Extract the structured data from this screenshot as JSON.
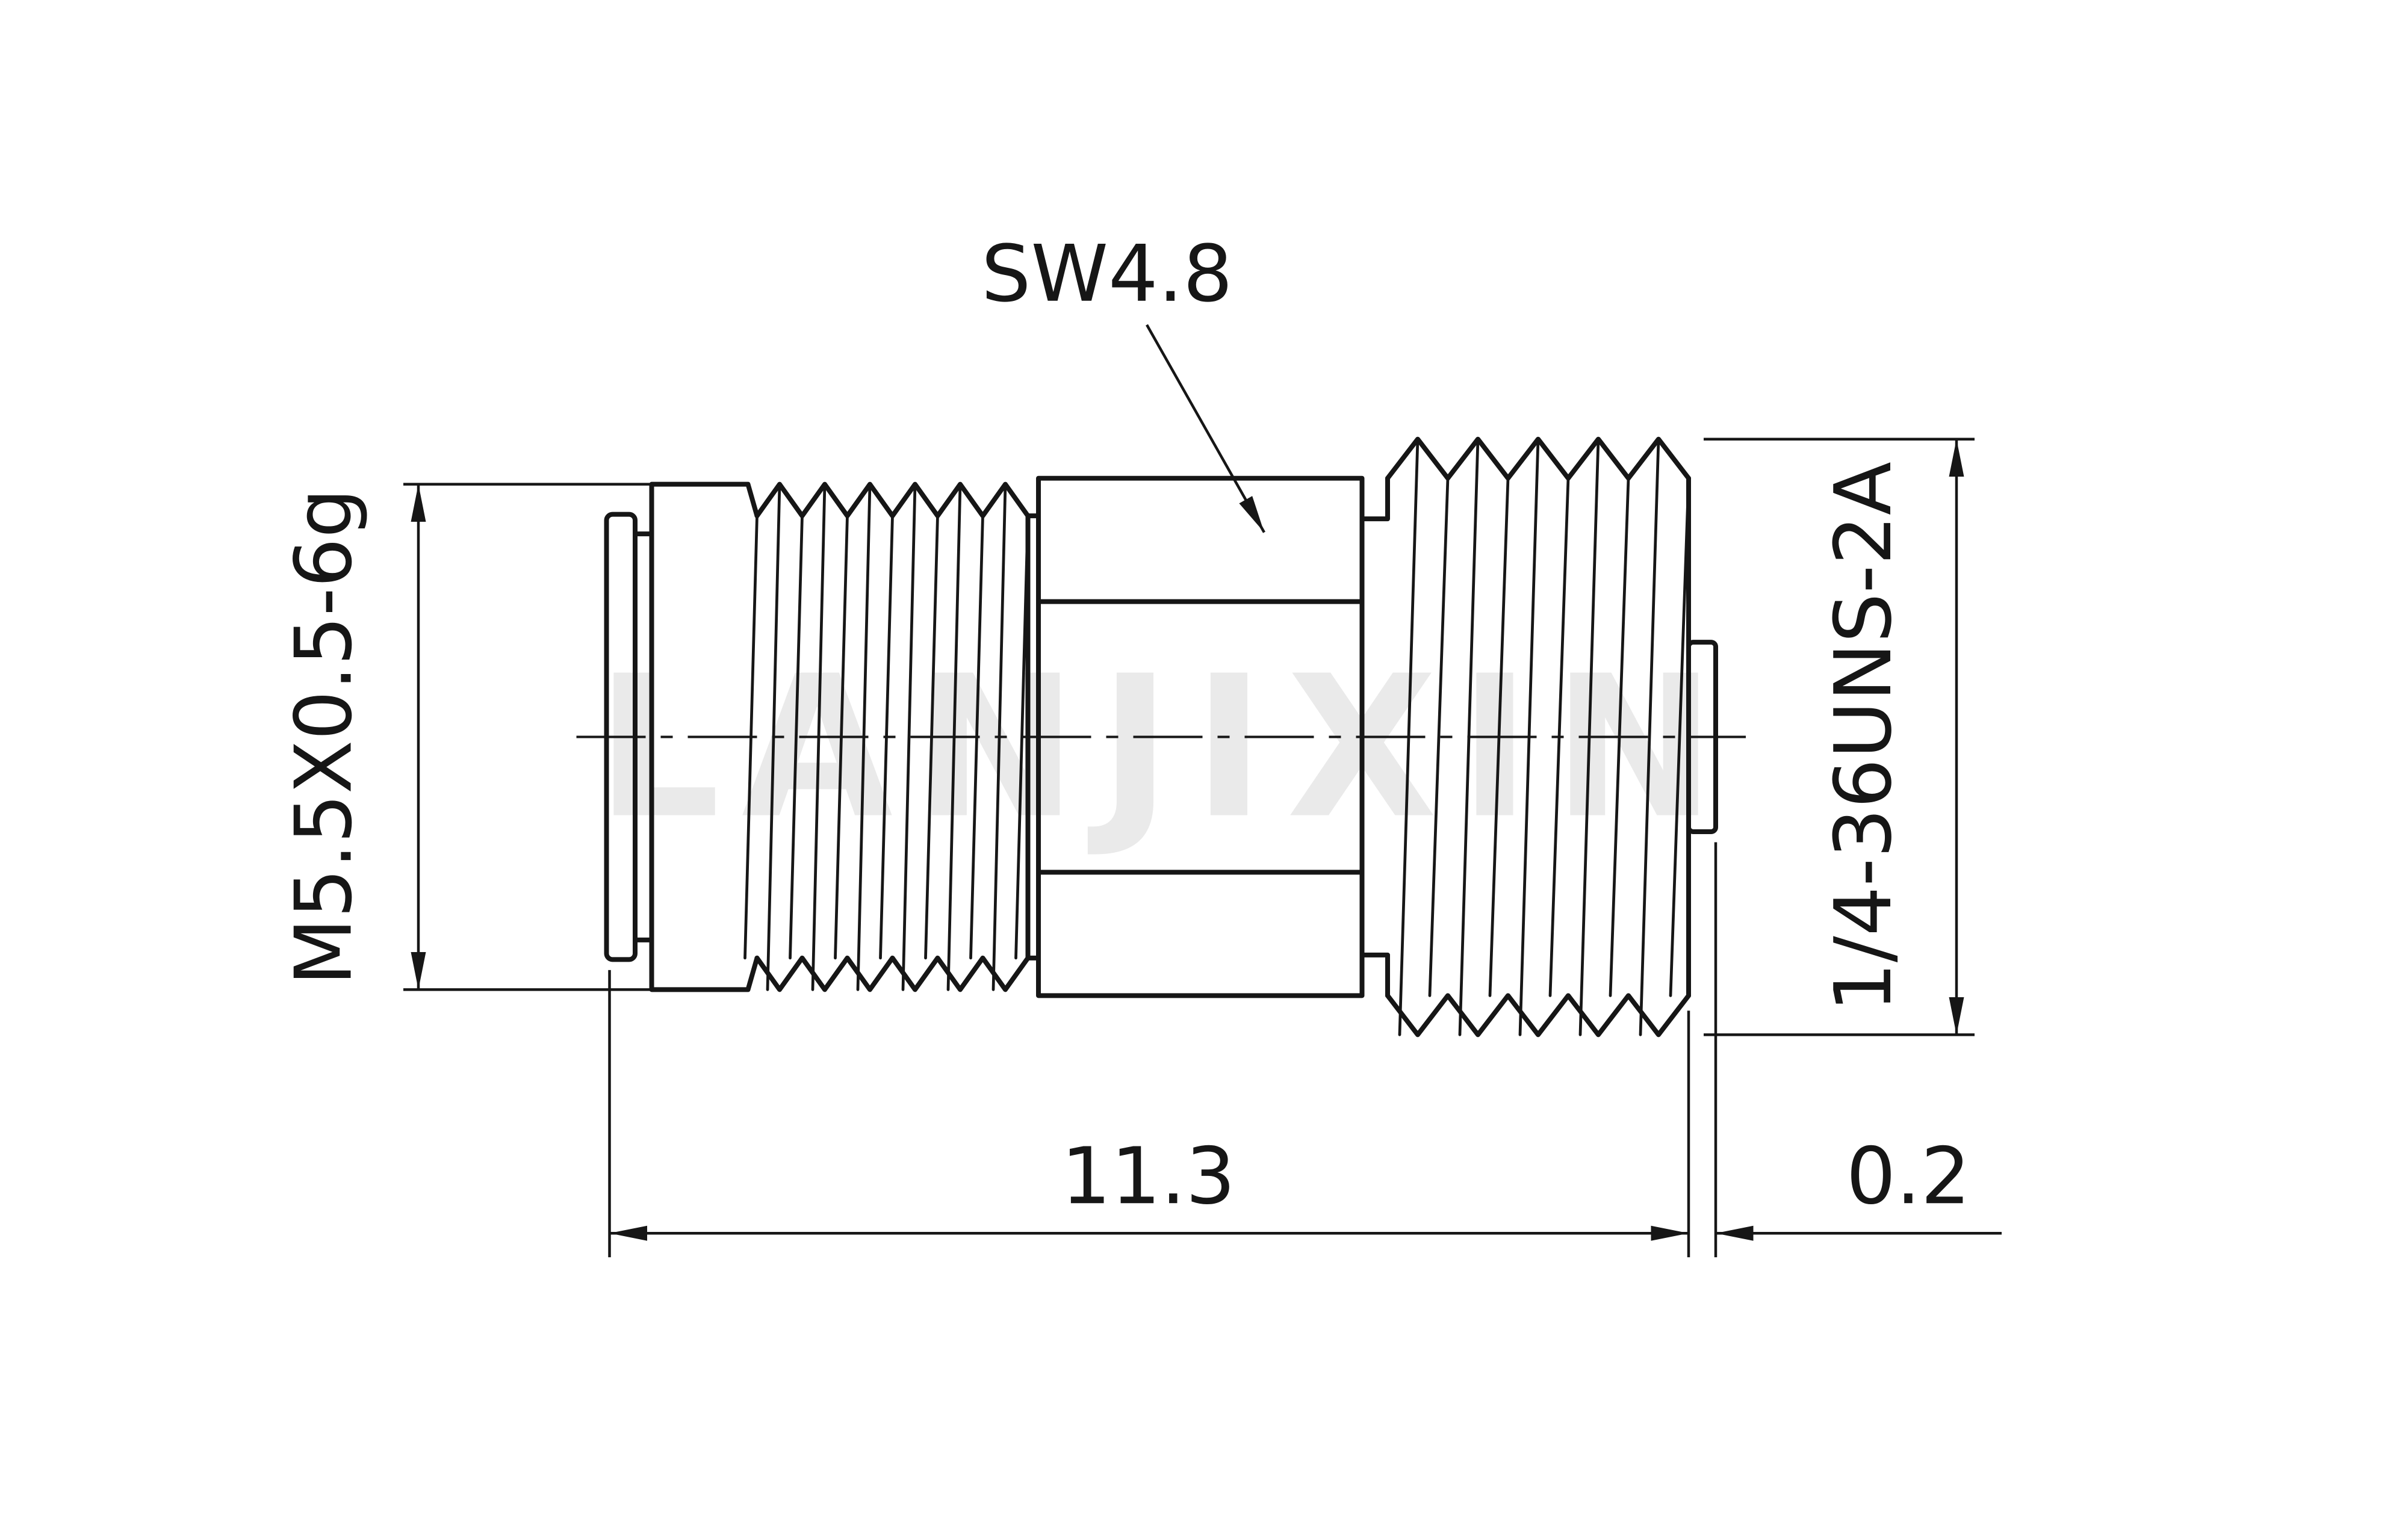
{
  "labels": {
    "hex_across_flats": "SW4.8",
    "left_thread_spec": "M5.5X0.5-6g",
    "right_thread_spec": "1/4-36UNS-2A",
    "overall_length": "11.3",
    "protrusion_length": "0.2"
  },
  "watermark": {
    "text": "LANJIXIN",
    "color": "#eaeaea"
  },
  "colors": {
    "line": "#161616",
    "background": "#ffffff"
  }
}
